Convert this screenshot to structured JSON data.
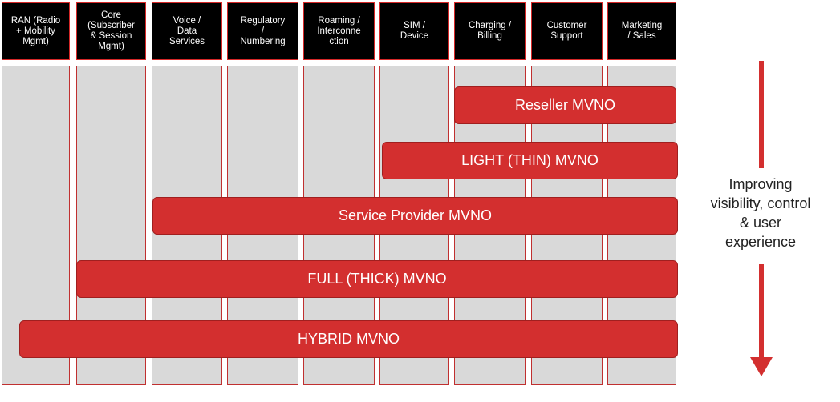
{
  "columns": [
    {
      "label": "RAN (Radio\n+ Mobility\nMgmt)"
    },
    {
      "label": "Core\n(Subscriber\n& Session\nMgmt)"
    },
    {
      "label": "Voice /\nData\nServices"
    },
    {
      "label": "Regulatory\n/\nNumbering"
    },
    {
      "label": "Roaming /\nInterconne\nction"
    },
    {
      "label": "SIM /\nDevice"
    },
    {
      "label": "Charging /\nBilling"
    },
    {
      "label": "Customer\nSupport"
    },
    {
      "label": "Marketing\n/ Sales"
    }
  ],
  "mvno_types": [
    {
      "label": "Reseller MVNO"
    },
    {
      "label": "LIGHT (THIN) MVNO"
    },
    {
      "label": "Service Provider MVNO"
    },
    {
      "label": "FULL (THICK) MVNO"
    },
    {
      "label": "HYBRID MVNO"
    }
  ],
  "arrow_label": "Improving\nvisibility, control\n& user\nexperience",
  "colors": {
    "accent_red": "#d32f2f",
    "header_bg": "#000000",
    "column_bg": "#d9d9d9"
  }
}
